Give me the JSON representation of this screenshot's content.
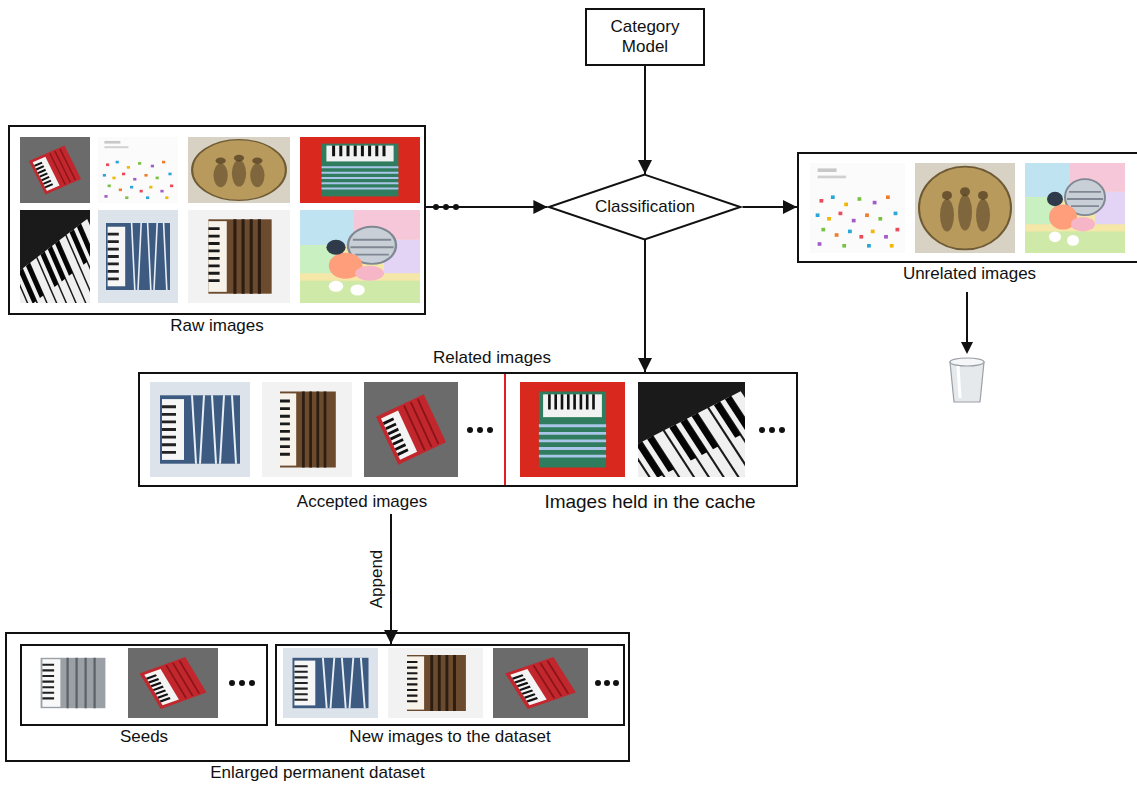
{
  "diagram": {
    "nodes": [
      {
        "text": [
          "Category Model"
        ]
      },
      {
        "text": [
          "Raw images"
        ]
      },
      {
        "text": [
          "Classification"
        ]
      },
      {
        "text": [
          "Unrelated images"
        ]
      },
      {
        "text": [
          "Related images"
        ]
      },
      {
        "text": [
          "Accepted images"
        ],
        "in": 4
      },
      {
        "text": [
          "Images held in the cache"
        ],
        "in": 4
      },
      {
        "text": [
          "Enlarged permanent dataset"
        ]
      },
      {
        "text": [
          "Seeds"
        ],
        "in": 7
      },
      {
        "text": [
          "New images to the dataset"
        ],
        "in": 7
      }
    ],
    "edges": [
      {
        "from": 0,
        "to": 2,
        "arrow": "to"
      },
      {
        "from": 1,
        "to": 2,
        "arrow": "to"
      },
      {
        "from": 2,
        "to": 3,
        "arrow": "to"
      },
      {
        "from": 2,
        "to": 4,
        "arrow": "to"
      },
      {
        "from": 5,
        "to": 9,
        "label": "Append",
        "arrow": "to"
      }
    ]
  }
}
